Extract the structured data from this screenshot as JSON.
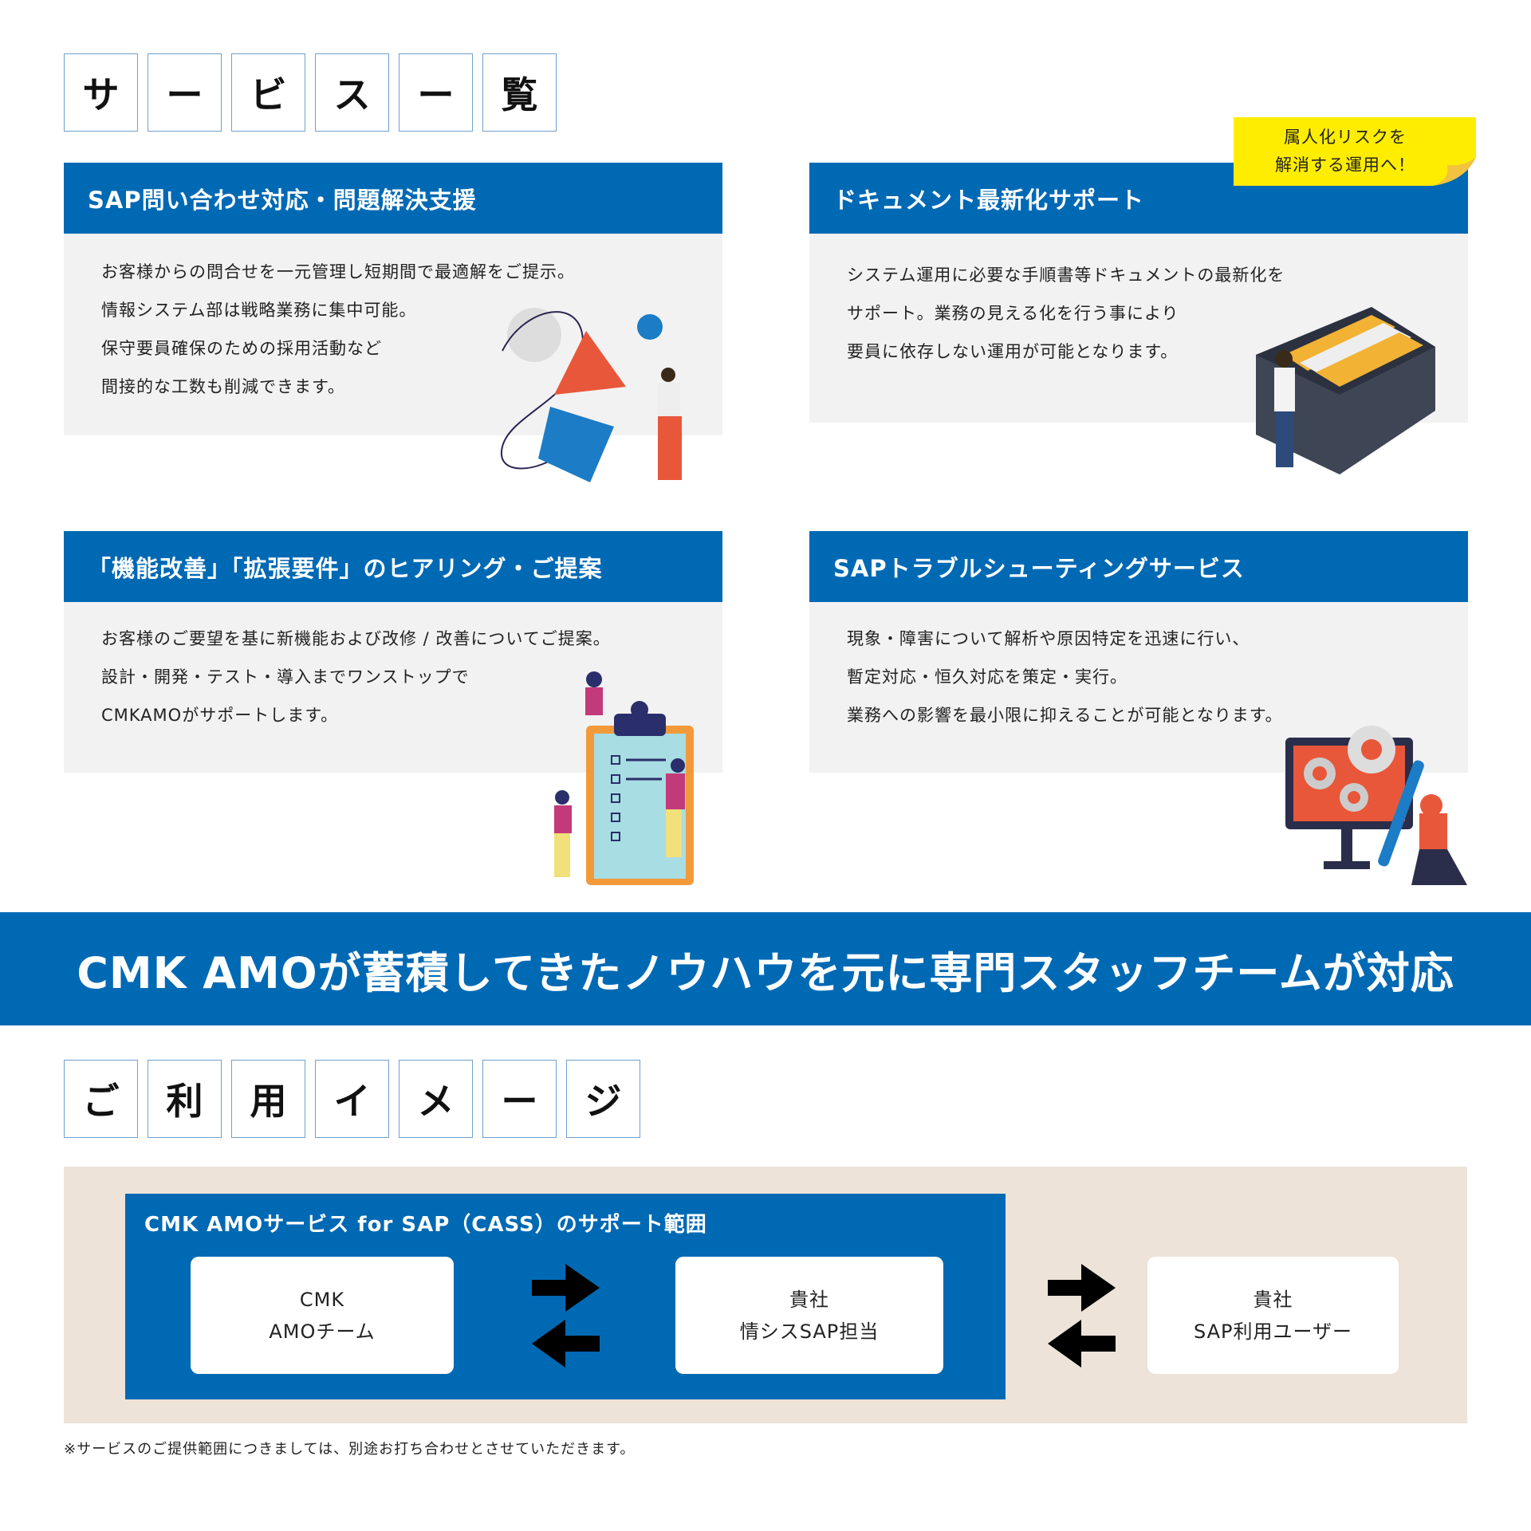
{
  "section1": {
    "title_chars": [
      "サ",
      "ー",
      "ビ",
      "ス",
      "ー",
      "覧"
    ]
  },
  "cards": [
    {
      "title": "SAP問い合わせ対応・問題解決支援",
      "lines": [
        "お客様からの問合せを一元管理し短期間で最適解をご提示。",
        "情報システム部は戦略業務に集中可能。",
        "保守要員確保のための採用活動など",
        "間接的な工数も削減できます。"
      ]
    },
    {
      "title": "ドキュメント最新化サポート",
      "lines": [
        "システム運用に必要な手順書等ドキュメントの最新化を",
        "サポート。業務の見える化を行う事により",
        "要員に依存しない運用が可能となります。"
      ]
    },
    {
      "title": "「機能改善」「拡張要件」のヒアリング・ご提案",
      "lines": [
        "お客様のご要望を基に新機能および改修 / 改善についてご提案。",
        "設計・開発・テスト・導入までワンストップで",
        "CMKAMOがサポートします。"
      ]
    },
    {
      "title": "SAPトラブルシューティングサービス",
      "lines": [
        "現象・障害について解析や原因特定を迅速に行い、",
        "暫定対応・恒久対応を策定・実行。",
        "業務への影響を最小限に抑えることが可能となります。"
      ]
    }
  ],
  "sticky": {
    "line1": "属人化リスクを",
    "line2": "解消する運用へ！"
  },
  "band": {
    "text": "CMK AMOが蓄積してきたノウハウを元に専門スタッフチームが対応"
  },
  "section2": {
    "title_chars": [
      "ご",
      "利",
      "用",
      "イ",
      "メ",
      "ー",
      "ジ"
    ]
  },
  "diagram": {
    "scope_label": "CMK AMOサービス for SAP（CASS）のサポート範囲",
    "boxes": [
      {
        "line1": "CMK",
        "line2": "AMOチーム"
      },
      {
        "line1": "貴社",
        "line2": "情シスSAP担当"
      },
      {
        "line1": "貴社",
        "line2": "SAP利用ユーザー"
      }
    ]
  },
  "footnote": "※サービスのご提供範囲につきましては、別途お打ち合わせとさせていただきます。",
  "colors": {
    "brand_blue": "#0069b4",
    "sticky_yellow": "#ffed00",
    "beige": "#ede3d9"
  }
}
